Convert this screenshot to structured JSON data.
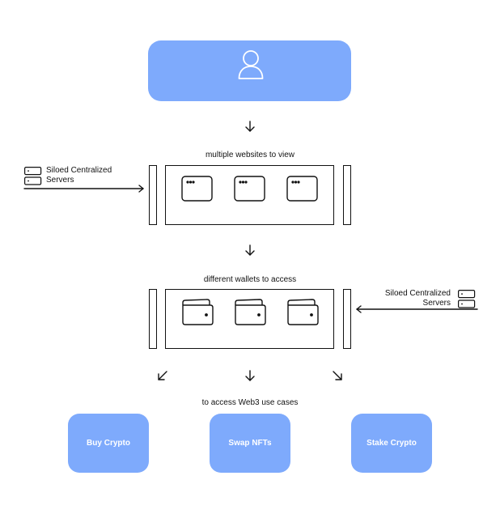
{
  "user": {
    "icon": "user-icon"
  },
  "websites": {
    "caption": "multiple websites to view",
    "items": [
      "browser-window-icon",
      "browser-window-icon",
      "browser-window-icon"
    ]
  },
  "wallets": {
    "caption": "different wallets to access",
    "items": [
      "wallet-icon",
      "wallet-icon",
      "wallet-icon"
    ]
  },
  "servers_left": {
    "line1": "Siloed Centralized",
    "line2": "Servers",
    "icon": "server-icon"
  },
  "servers_right": {
    "line1": "Siloed Centralized",
    "line2": "Servers",
    "icon": "server-icon"
  },
  "use_cases": {
    "caption": "to access Web3 use cases",
    "items": [
      "Buy Crypto",
      "Swap NFTs",
      "Stake Crypto"
    ]
  },
  "colors": {
    "accent": "#7eaafc",
    "stroke": "#111111"
  }
}
